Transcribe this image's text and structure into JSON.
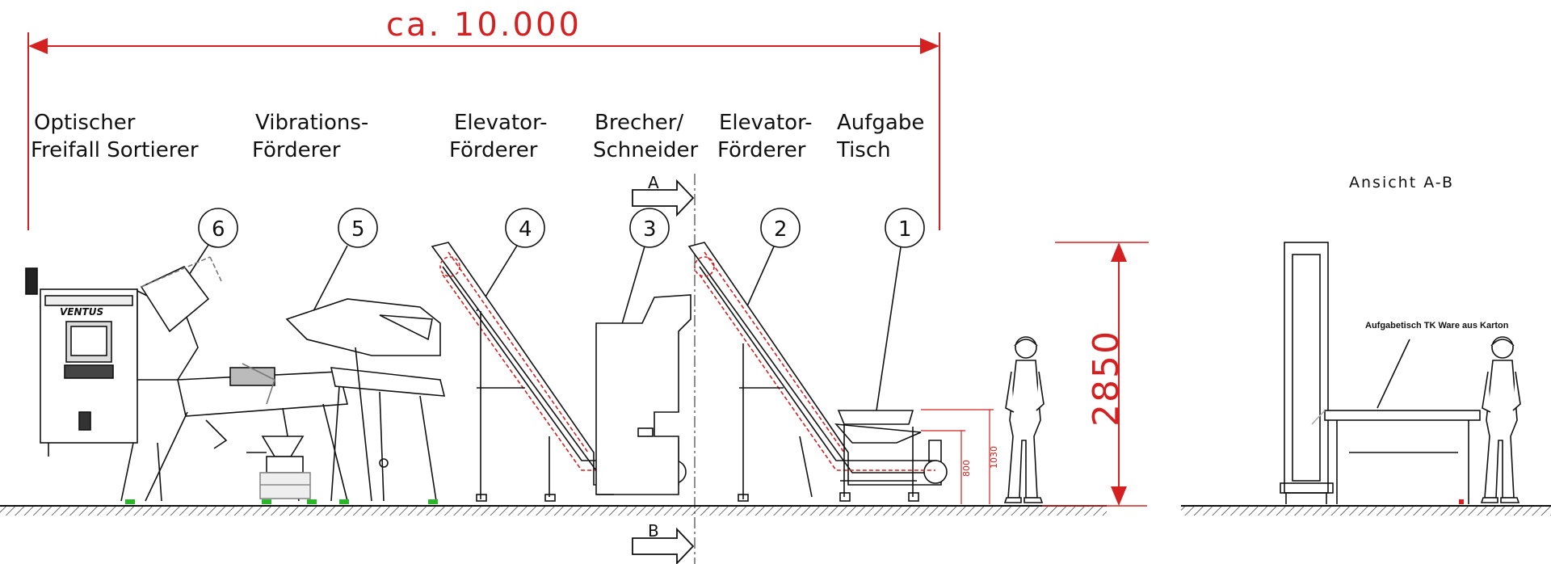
{
  "overall_length": "ca. 10.000",
  "height_dim": "2850",
  "dim_800": "800",
  "dim_1030": "1030",
  "section_a": "A",
  "section_b": "B",
  "view_title": "Ansicht A-B",
  "table_note": "Aufgabetisch TK Ware aus Karton",
  "brand": "VENTUS",
  "stations": [
    {
      "num": "6",
      "line1": "Optischer",
      "line2": "Freifall Sortierer"
    },
    {
      "num": "5",
      "line1": "Vibrations-",
      "line2": "Förderer"
    },
    {
      "num": "4",
      "line1": "Elevator-",
      "line2": "Förderer"
    },
    {
      "num": "3",
      "line1": "Brecher/",
      "line2": "Schneider"
    },
    {
      "num": "2",
      "line1": "Elevator-",
      "line2": "Förderer"
    },
    {
      "num": "1",
      "line1": "Aufgabe",
      "line2": "Tisch"
    }
  ],
  "colors": {
    "dimension": "#d42020",
    "line": "#111111",
    "foot": "#2bb52b"
  }
}
